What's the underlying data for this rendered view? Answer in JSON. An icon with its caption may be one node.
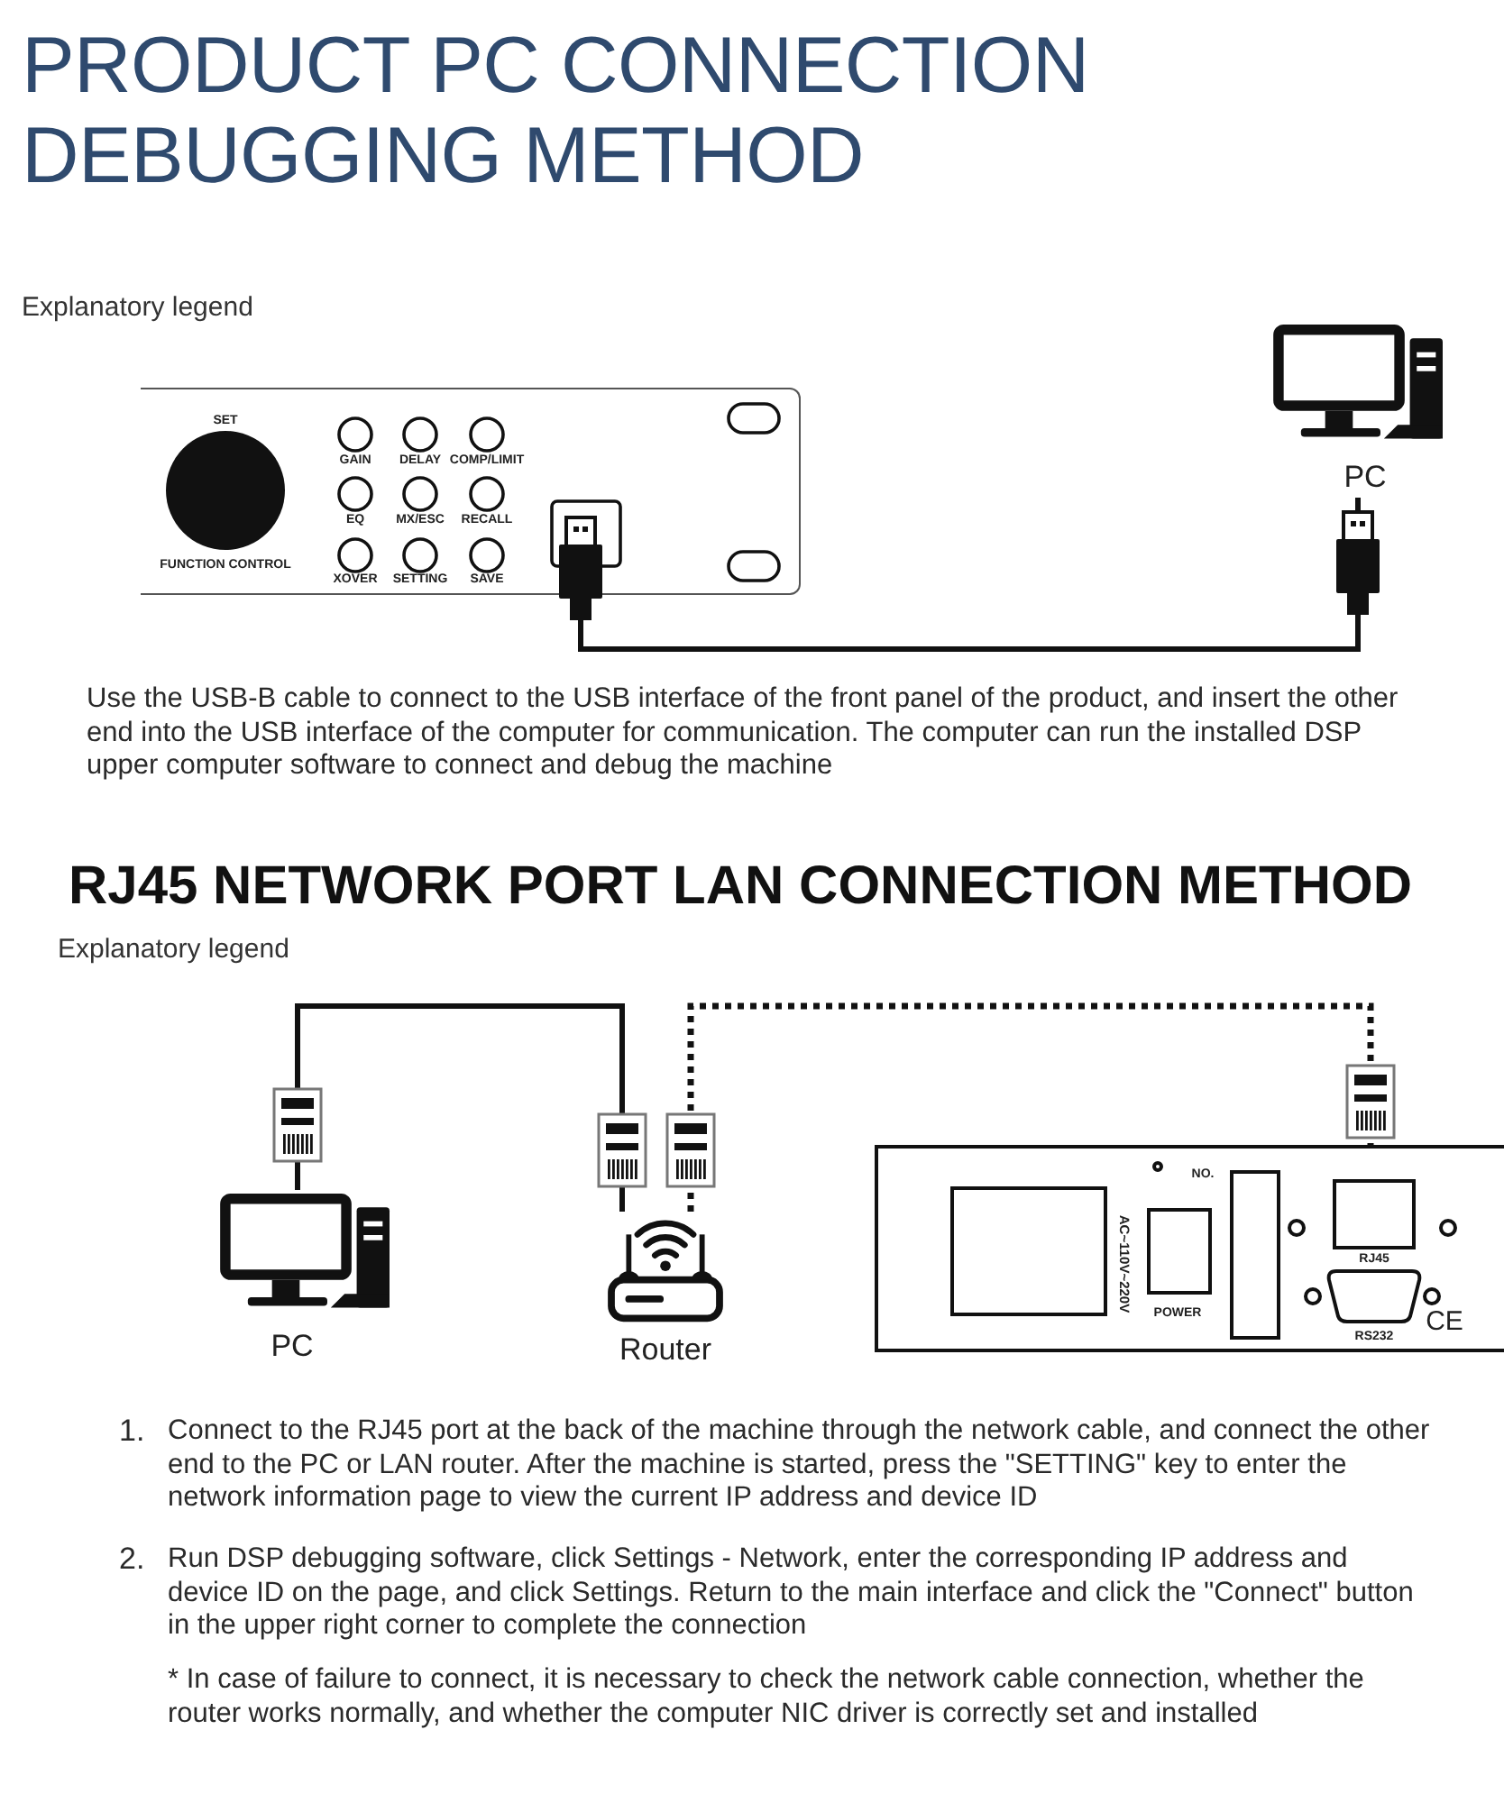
{
  "diagram": {
    "title": "PRODUCT PC CONNECTION DEBUGGING METHOD",
    "nodes": [
      {
        "text": [
          "SET",
          "GAIN",
          "DELAY",
          "COMP/LIMIT",
          "EQ",
          "MX/ESC",
          "RECALL",
          "FUNCTION CONTROL",
          "XOVER",
          "SETTING",
          "SAVE"
        ]
      },
      {
        "text": [
          "PC"
        ]
      },
      {
        "text": [
          "PC"
        ]
      },
      {
        "text": [
          "Router"
        ]
      },
      {
        "text": [
          "AC~110V~220V",
          "POWER",
          "NO.",
          "RJ45",
          "RS232",
          "CE"
        ]
      }
    ],
    "edges": [
      {
        "from": 0,
        "to": 1,
        "arrow": "none"
      },
      {
        "from": 2,
        "to": 3,
        "arrow": "none"
      },
      {
        "from": 3,
        "to": 4,
        "arrow": "none",
        "style": "dashed"
      }
    ],
    "labels": [
      "Explanatory legend",
      "Use the USB-B cable to connect to the USB interface of the front panel of the product, and insert the other end into the USB interface of the computer for communication. The computer can run the installed DSP upper computer software to connect and debug the machine",
      "RJ45 NETWORK PORT LAN CONNECTION METHOD",
      "Explanatory legend",
      "1.",
      "Connect to the RJ45 port at the back of the machine through the network cable, and connect the other end to the PC or LAN router. After the machine is started, press the \"SETTING\" key to enter the network information page to view the current IP address and device ID",
      "2.",
      "Run DSP debugging software, click Settings - Network, enter the corresponding IP address and device ID on the page, and click Settings. Return to the main interface and click the \"Connect\" button in the upper right corner to complete the connection",
      "* In case of failure to connect, it is necessary to check the network cable connection, whether the router works normally, and whether the computer NIC driver is correctly set and installed"
    ]
  }
}
